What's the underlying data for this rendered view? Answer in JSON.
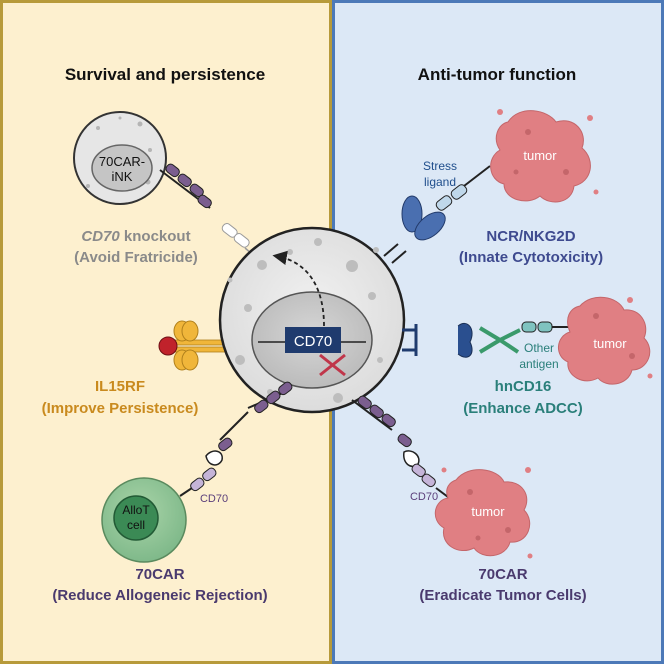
{
  "panels": {
    "left_title": "Survival and persistence",
    "right_title": "Anti-tumor function"
  },
  "cells": {
    "ink_label_line1": "70CAR-",
    "ink_label_line2": "iNK",
    "center_nucleus_label": "CD70",
    "allot_line1": "AlloT",
    "allot_line2": "cell"
  },
  "left_features": {
    "knockout_gene": "CD70",
    "knockout_rest": " knockout",
    "knockout_sub": "(Avoid Fratricide)",
    "il15_title": "IL15RF",
    "il15_sub": "(Improve Persistence)",
    "car_title": "70CAR",
    "car_sub": "(Reduce Allogeneic Rejection)",
    "cd70_tag": "CD70"
  },
  "right_features": {
    "stress_line1": "Stress",
    "stress_line2": "ligand",
    "ncr_title": "NCR/NKG2D",
    "ncr_sub": "(Innate Cytotoxicity)",
    "other_line1": "Other",
    "other_line2": "antigen",
    "hncd16_title": "hnCD16",
    "hncd16_sub": "(Enhance ADCC)",
    "car_title": "70CAR",
    "car_sub": "(Eradicate Tumor Cells)",
    "cd70_tag": "CD70",
    "tumor1": "tumor",
    "tumor2": "tumor",
    "tumor3": "tumor"
  },
  "colors": {
    "left_bg": "#fdf0cf",
    "left_border": "#b79a3a",
    "right_bg": "#dce8f6",
    "right_border": "#4c79b8",
    "knockout_text": "#8a8a8a",
    "il15_text": "#c98a1e",
    "car_text": "#4a3a6e",
    "ncr_text": "#3e4a8f",
    "hncd16_text": "#2a7f7a",
    "tumor": "#e07f83"
  }
}
